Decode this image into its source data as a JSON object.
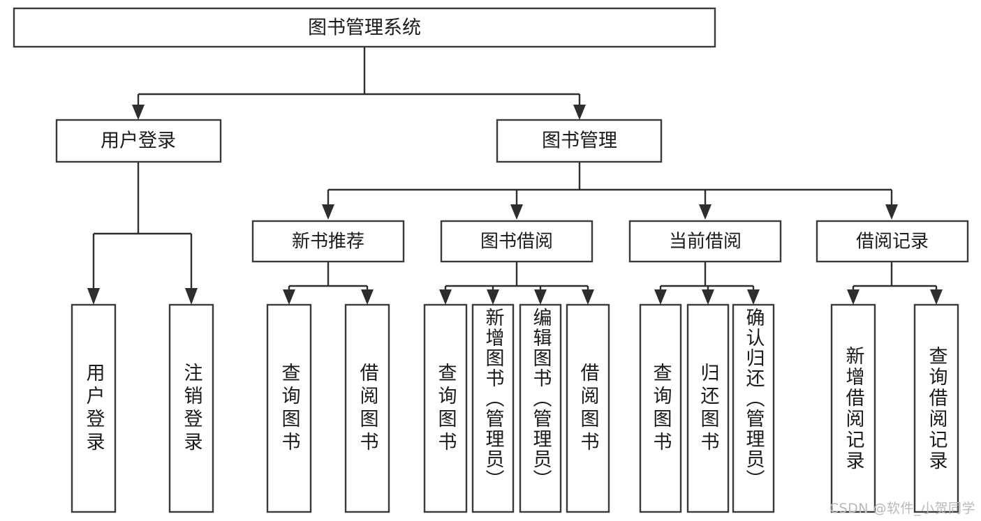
{
  "diagram": {
    "type": "tree-hierarchy",
    "title": "图书管理系统",
    "root": {
      "label": "图书管理系统",
      "orientation": "horizontal"
    },
    "level2": [
      {
        "label": "用户登录",
        "orientation": "horizontal"
      },
      {
        "label": "图书管理",
        "orientation": "horizontal"
      }
    ],
    "level3": [
      {
        "label": "新书推荐",
        "orientation": "horizontal"
      },
      {
        "label": "图书借阅",
        "orientation": "horizontal"
      },
      {
        "label": "当前借阅",
        "orientation": "horizontal"
      },
      {
        "label": "借阅记录",
        "orientation": "horizontal"
      }
    ],
    "leaves": {
      "user_login": [
        {
          "label": "用户登录",
          "orientation": "vertical"
        },
        {
          "label": "注销登录",
          "orientation": "vertical"
        }
      ],
      "new_book_recommend": [
        {
          "label": "查询图书",
          "orientation": "vertical"
        },
        {
          "label": "借阅图书",
          "orientation": "vertical"
        }
      ],
      "book_borrow": [
        {
          "label": "查询图书",
          "orientation": "vertical"
        },
        {
          "label": "新增图书（管理员）",
          "orientation": "vertical"
        },
        {
          "label": "编辑图书（管理员）",
          "orientation": "vertical"
        },
        {
          "label": "借阅图书",
          "orientation": "vertical"
        }
      ],
      "current_borrow": [
        {
          "label": "查询图书",
          "orientation": "vertical"
        },
        {
          "label": "归还图书",
          "orientation": "vertical"
        },
        {
          "label": "确认归还（管理员）",
          "orientation": "vertical"
        }
      ],
      "borrow_record": [
        {
          "label": "新增借阅记录",
          "orientation": "vertical"
        },
        {
          "label": "查询借阅记录",
          "orientation": "vertical"
        }
      ]
    },
    "colors": {
      "box_fill": "#ffffff",
      "box_stroke": "#3a3a3a",
      "connector": "#2e2e2e",
      "text": "#1a1a1a",
      "background": "#ffffff",
      "watermark": "#b9b9b9"
    }
  },
  "watermark": {
    "text": "CSDN @软件_小贺同学"
  }
}
